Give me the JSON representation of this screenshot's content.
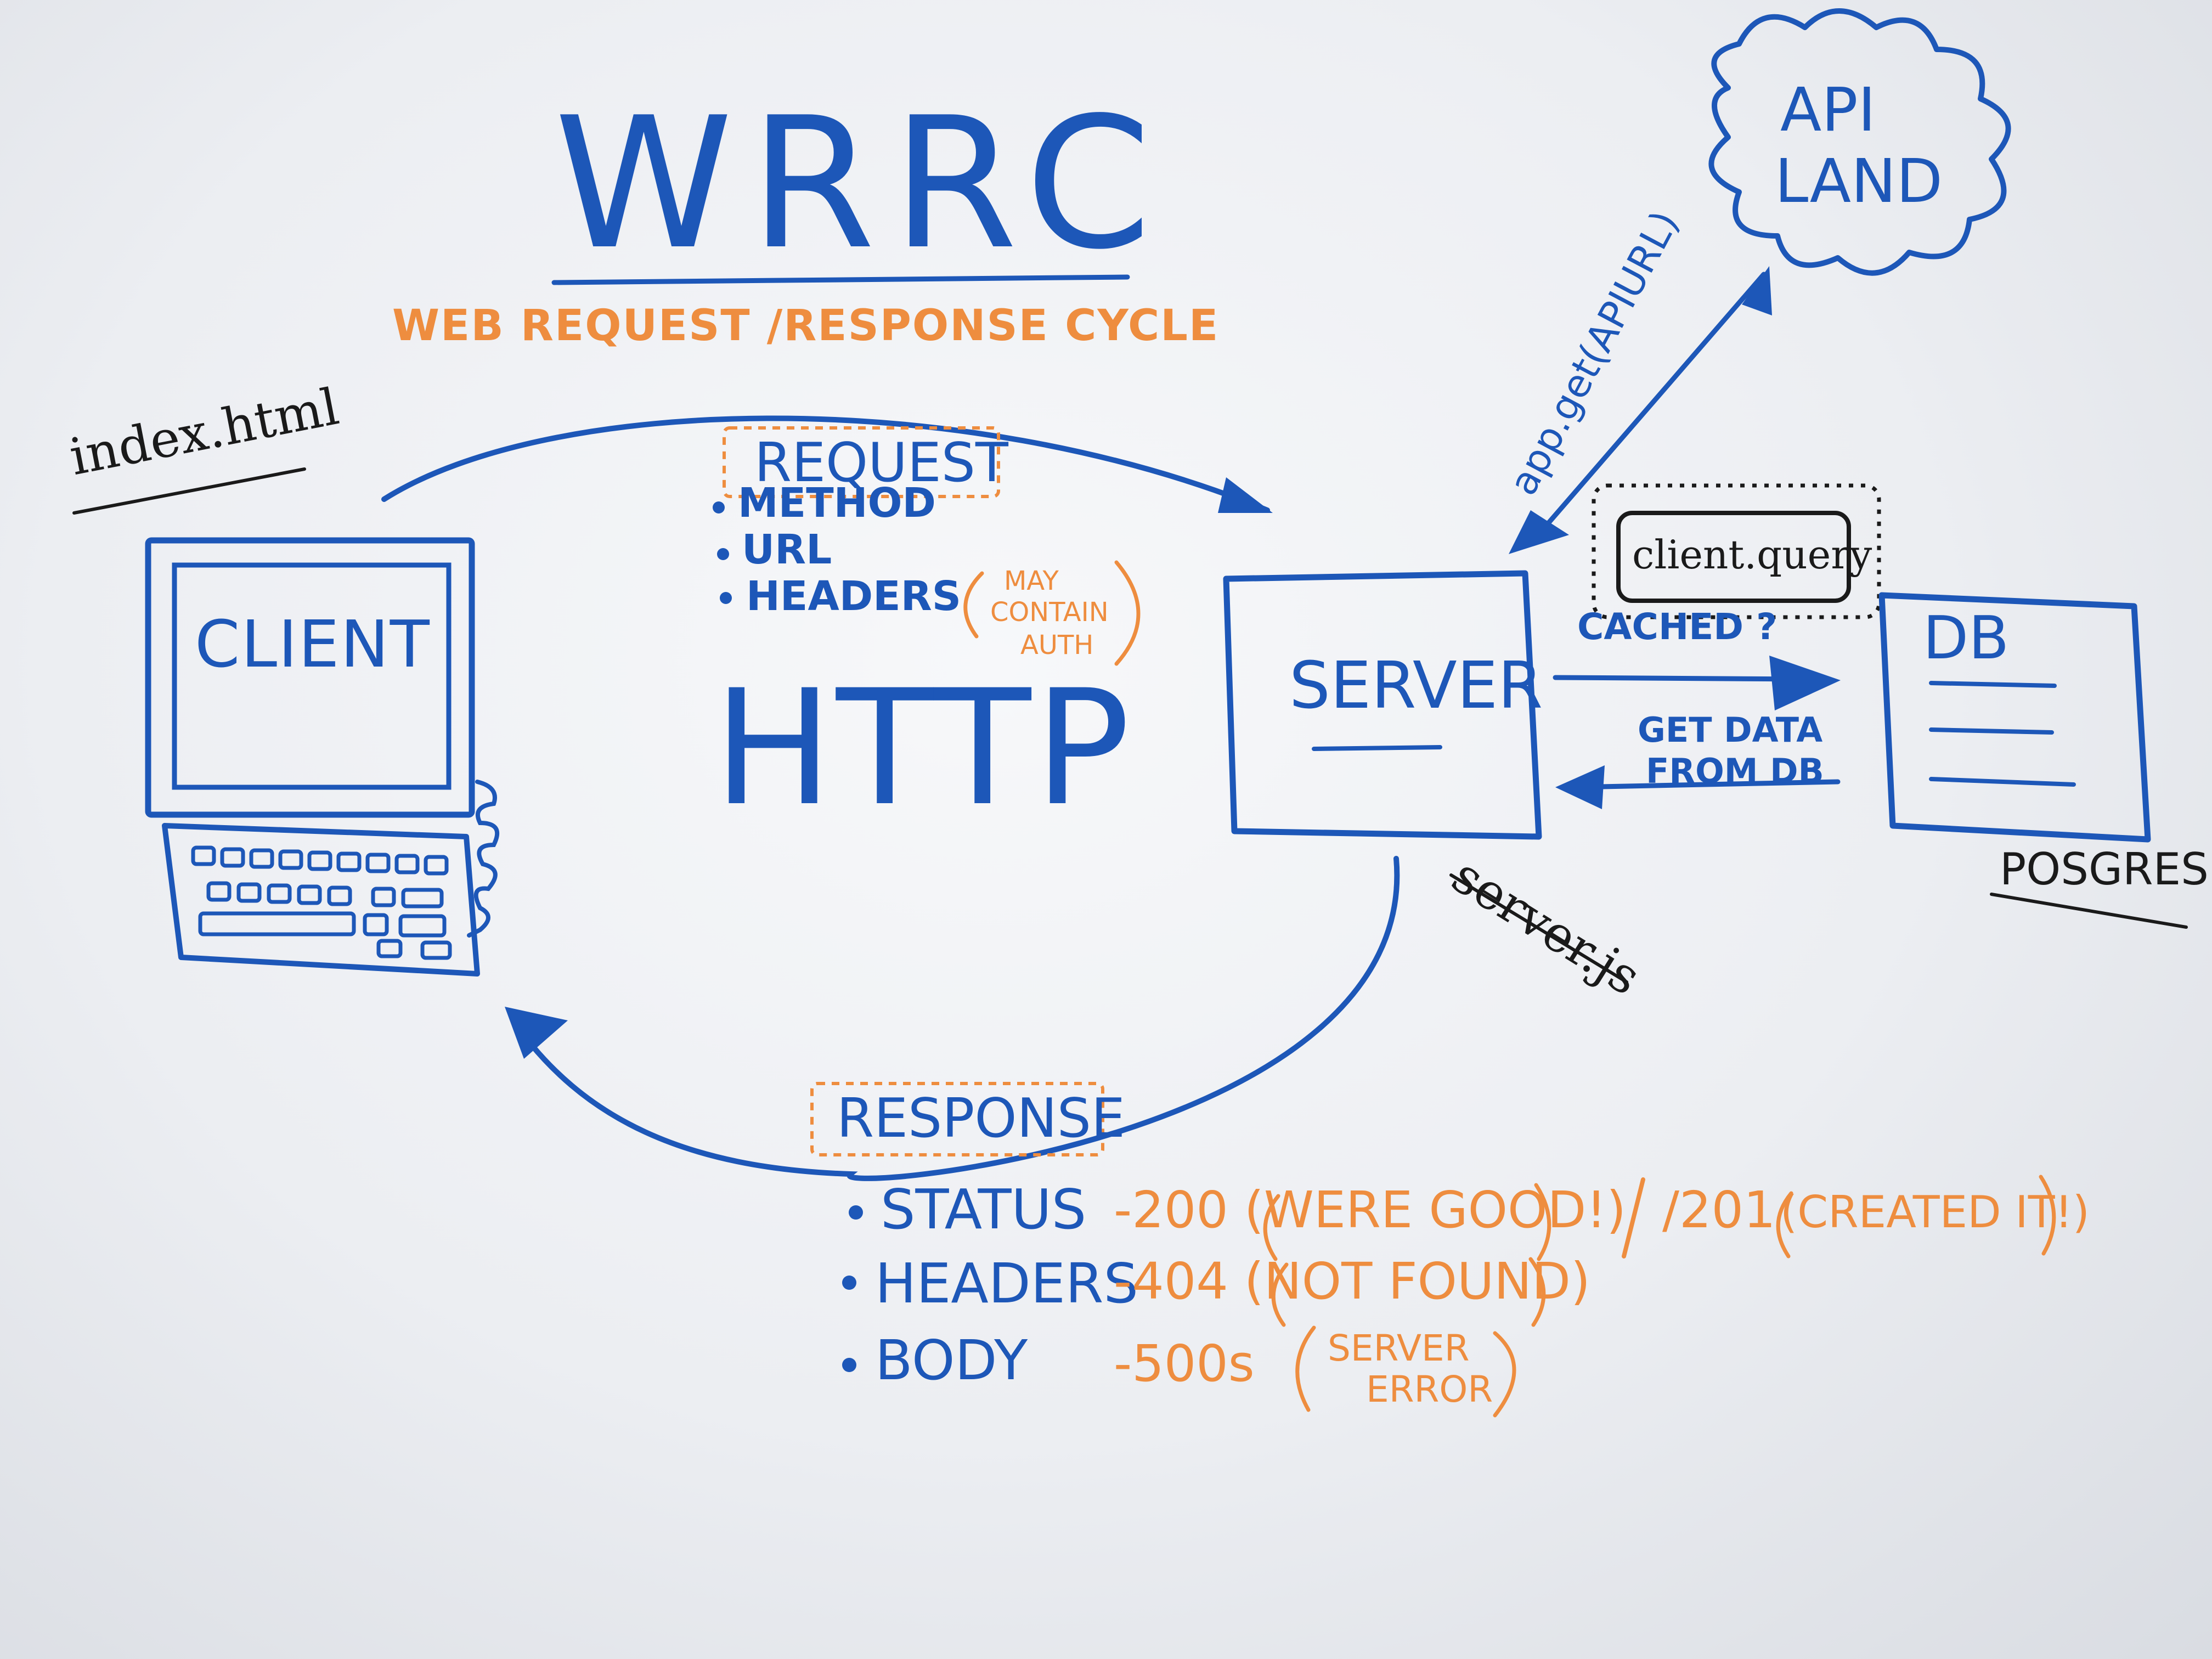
{
  "title": "WRRC",
  "subtitle": "WEB REQUEST /RESPONSE CYCLE",
  "client": {
    "file": "index.html",
    "label": "CLIENT"
  },
  "request": {
    "label": "REQUEST",
    "items": [
      "METHOD",
      "URL",
      "HEADERS"
    ],
    "note_line1": "MAY",
    "note_line2": "CONTAIN",
    "note_line3": "AUTH"
  },
  "protocol": "HTTP",
  "server": {
    "label": "SERVER",
    "file": "server.js"
  },
  "api": {
    "line1": "API",
    "line2": "LAND",
    "call": "app.get(APIURL)"
  },
  "db": {
    "label": "DB",
    "name": "POSGRES",
    "query": "client.query",
    "cached": "CACHED ?",
    "get_line1": "GET DATA",
    "get_line2": "FROM DB"
  },
  "response": {
    "label": "RESPONSE",
    "items": [
      "STATUS",
      "HEADERS",
      "BODY"
    ],
    "status_1": "-200 (WERE GOOD!)",
    "status_sep": "/201",
    "status_2": "(CREATED IT!)",
    "status_404": "-404 (NOT FOUND)",
    "status_500": "-500s",
    "status_500_note1": "SERVER",
    "status_500_note2": "ERROR"
  },
  "colors": {
    "marker_blue": "#1d57b8",
    "marker_orange": "#ee8d3f",
    "marker_black": "#1a1a1a",
    "board": "#f2f3f6"
  }
}
